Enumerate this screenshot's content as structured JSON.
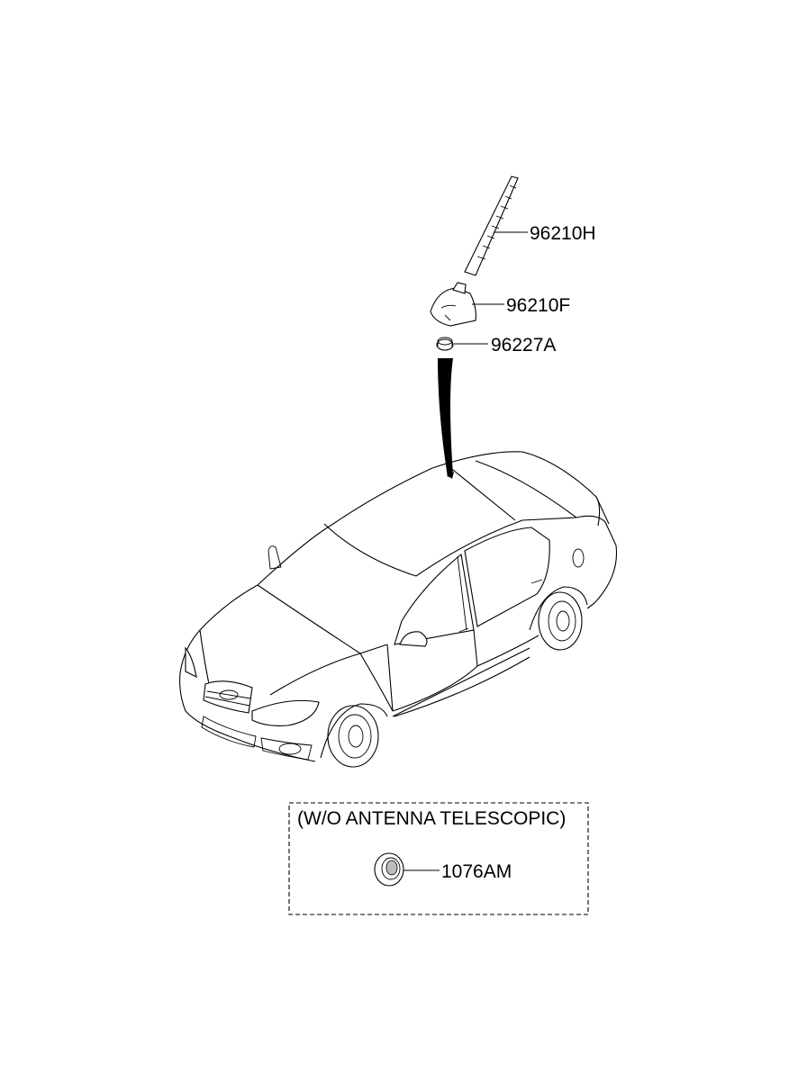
{
  "parts": [
    {
      "id": "96210H",
      "label": "96210H"
    },
    {
      "id": "96210F",
      "label": "96210F"
    },
    {
      "id": "96227A",
      "label": "96227A"
    },
    {
      "id": "1076AM",
      "label": "1076AM"
    }
  ],
  "variant_note": "(W/O ANTENNA TELESCOPIC)"
}
